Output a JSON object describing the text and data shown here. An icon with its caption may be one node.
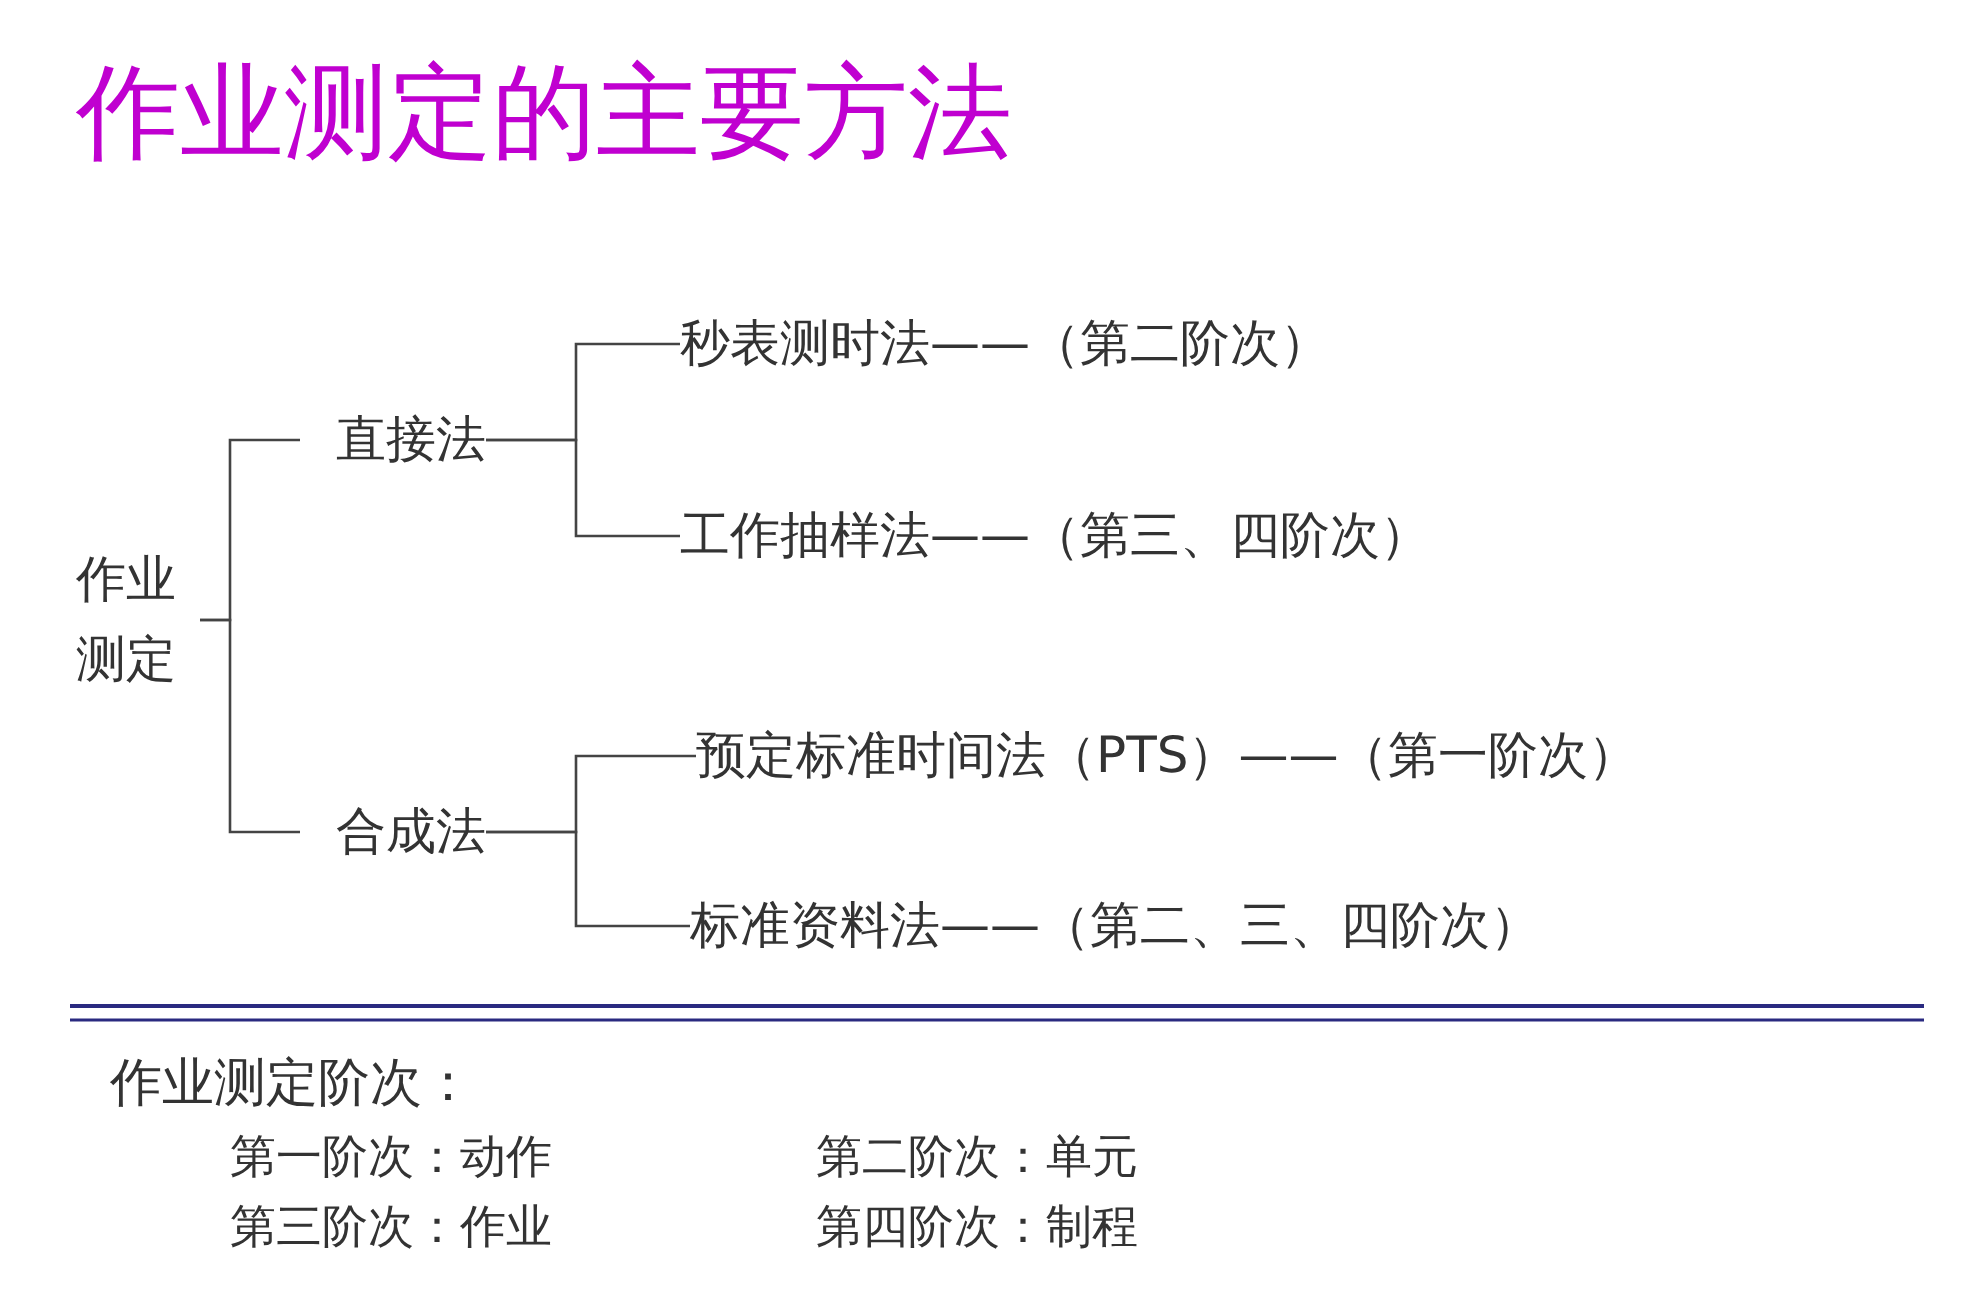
{
  "diagram": {
    "title": "作业测定的主要方法",
    "nodes": [
      {
        "text": [
          "作业测定"
        ]
      },
      {
        "text": [
          "直接法"
        ]
      },
      {
        "text": [
          "秒表测时法——（第二阶次）"
        ]
      },
      {
        "text": [
          "工作抽样法——（第三、四阶次）"
        ]
      },
      {
        "text": [
          "合成法"
        ]
      },
      {
        "text": [
          "预定标准时间法（PTS）——（第一阶次）"
        ]
      },
      {
        "text": [
          "标准资料法——（第二、三、四阶次）"
        ]
      }
    ],
    "edges": [
      {
        "from": 0,
        "to": 1,
        "arrow": "none"
      },
      {
        "from": 0,
        "to": 4,
        "arrow": "none"
      },
      {
        "from": 1,
        "to": 2,
        "arrow": "none"
      },
      {
        "from": 1,
        "to": 3,
        "arrow": "none"
      },
      {
        "from": 4,
        "to": 5,
        "arrow": "none"
      },
      {
        "from": 4,
        "to": 6,
        "arrow": "none"
      }
    ],
    "labels": [
      "作业测定阶次：",
      "第一阶次：动作",
      "第二阶次：单元",
      "第三阶次：作业",
      "第四阶次：制程"
    ]
  }
}
